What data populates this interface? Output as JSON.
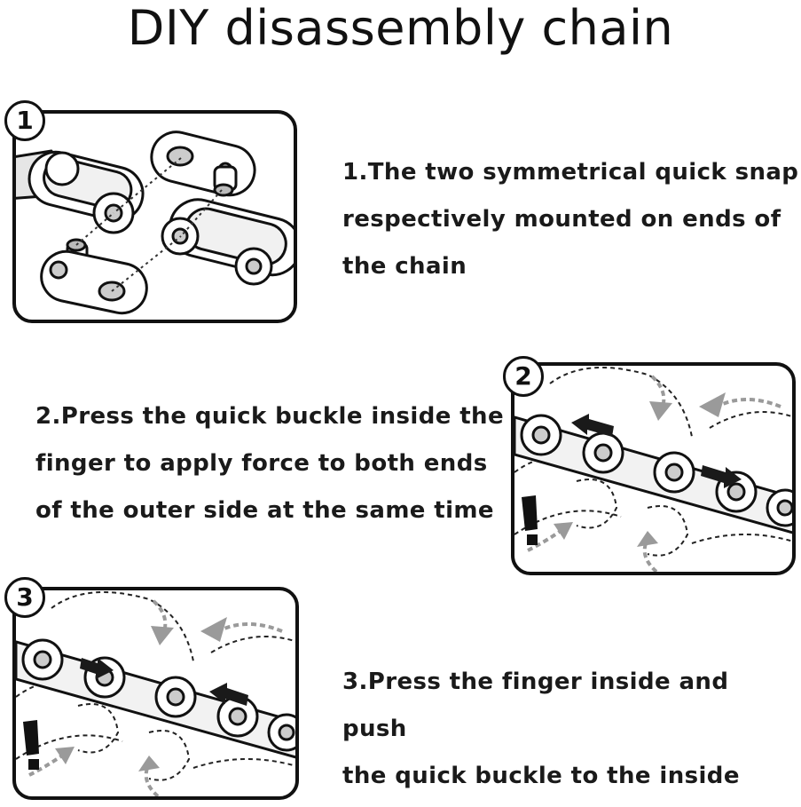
{
  "title": "DIY disassembly chain",
  "steps": [
    {
      "number": "1",
      "text": [
        "1.The two symmetrical quick snap",
        "respectively mounted on ends of",
        "the chain"
      ]
    },
    {
      "number": "2",
      "text": [
        "2.Press the quick buckle inside the",
        "finger to apply force to both ends",
        "of the outer side at the same time"
      ]
    },
    {
      "number": "3",
      "text": [
        "3.Press the finger inside and push",
        "the quick buckle to the inside"
      ]
    }
  ],
  "colors": {
    "ink": "#111111",
    "arrow_dark": "#1a1a1a",
    "arrow_gray": "#9a9a9a"
  }
}
